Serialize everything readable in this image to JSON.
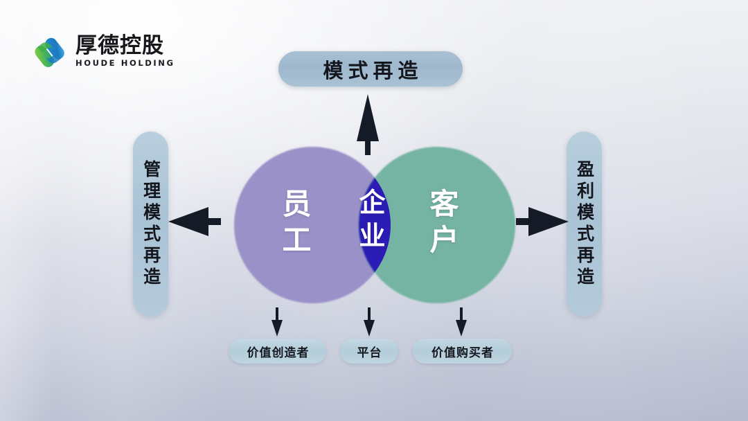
{
  "brand": {
    "logo_icon": "houde-s-mark-icon",
    "name_cn": "厚德控股",
    "name_en": "HOUDE HOLDING",
    "mark_green": "#6cbf3a",
    "mark_blue": "#1b7fc4"
  },
  "diagram": {
    "type": "venn",
    "top_banner": "模式再造",
    "left_label": "管理模式再造",
    "right_label": "盈利模式再造",
    "circles": [
      {
        "id": "employee",
        "label": "员工",
        "color": "#9a91c8",
        "side": "left"
      },
      {
        "id": "customer",
        "label": "客户",
        "color": "#74b3a3",
        "side": "right"
      }
    ],
    "intersection": {
      "id": "company",
      "label": "企业",
      "color": "#2a1bb5"
    },
    "bottom_pills": [
      {
        "id": "creator",
        "label": "价值创造者"
      },
      {
        "id": "platform",
        "label": "平台"
      },
      {
        "id": "buyer",
        "label": "价值购买者"
      }
    ],
    "arrows": [
      {
        "id": "up",
        "direction": "up",
        "from": "venn",
        "to": "模式再造"
      },
      {
        "id": "left",
        "direction": "left",
        "from": "venn",
        "to": "管理模式再造"
      },
      {
        "id": "right",
        "direction": "right",
        "from": "venn",
        "to": "盈利模式再造"
      },
      {
        "id": "down-1",
        "direction": "down",
        "from": "员工",
        "to": "价值创造者"
      },
      {
        "id": "down-2",
        "direction": "down",
        "from": "企业",
        "to": "平台"
      },
      {
        "id": "down-3",
        "direction": "down",
        "from": "客户",
        "to": "价值购买者"
      }
    ],
    "arrow_color": "#141a26"
  },
  "colors": {
    "pill_blue": "#a9c0d3",
    "pill_light": "#bfd5e0",
    "background_top": "#f2f3f6",
    "background_bottom": "#b5bacd"
  }
}
